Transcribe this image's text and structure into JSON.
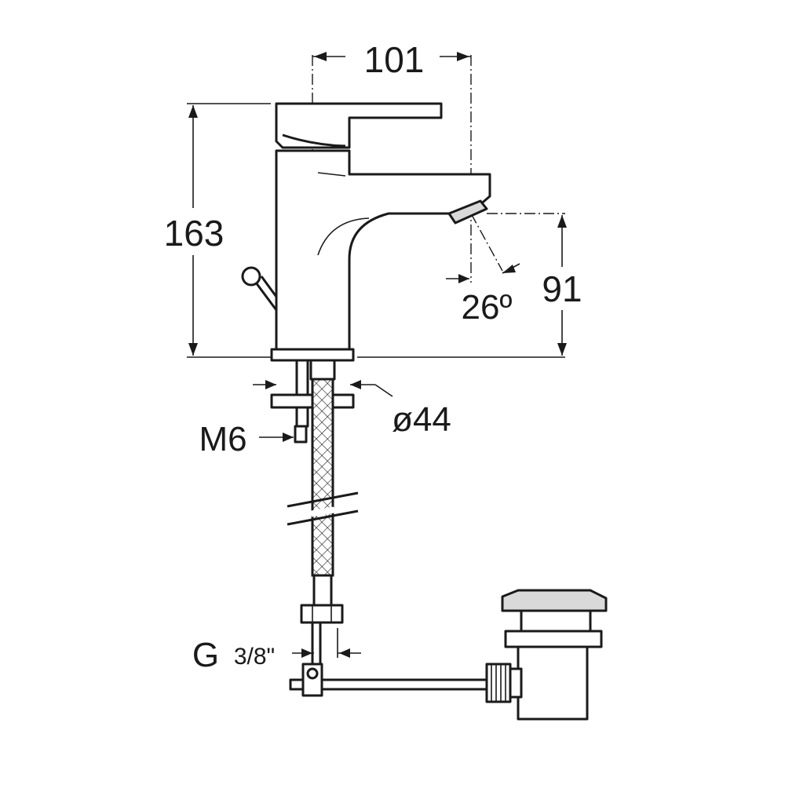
{
  "dimensions": {
    "width_101": "101",
    "height_163": "163",
    "spout_height_91": "91",
    "angle_26": "26º",
    "diameter_44": "ø44",
    "thread_m6": "M6",
    "connection_g": "G",
    "connection_fraction": "3/8\""
  },
  "colors": {
    "line": "#1a1a1a",
    "background": "#ffffff",
    "shade": "#d9d9d9"
  }
}
